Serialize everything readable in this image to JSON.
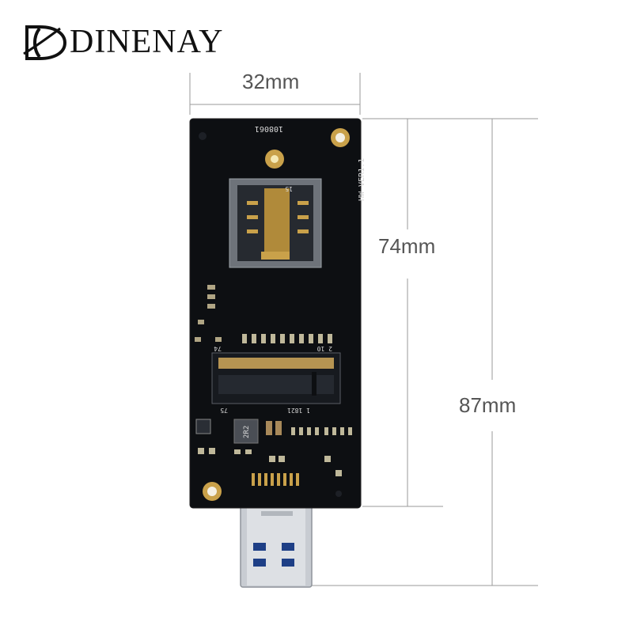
{
  "brand": {
    "logo_text": "DINENAY"
  },
  "dimensions": {
    "width_label": "32mm",
    "board_length_label": "74mm",
    "total_length_label": "87mm"
  },
  "board_markings": {
    "serial": "108061",
    "version": "HW VER1.1",
    "connector_left": "74",
    "connector_right_top": "2 10",
    "connector_bottom_left": "75",
    "connector_bottom_right": "1 1821",
    "sim_pin": "15",
    "inductor": "2R2"
  },
  "colors": {
    "pcb": "#0d0f12",
    "gold": "#c9a14a",
    "usb_metal": "#c8ccd2",
    "usb_blue": "#1e3f86",
    "dim_line": "#9a9a9a"
  }
}
